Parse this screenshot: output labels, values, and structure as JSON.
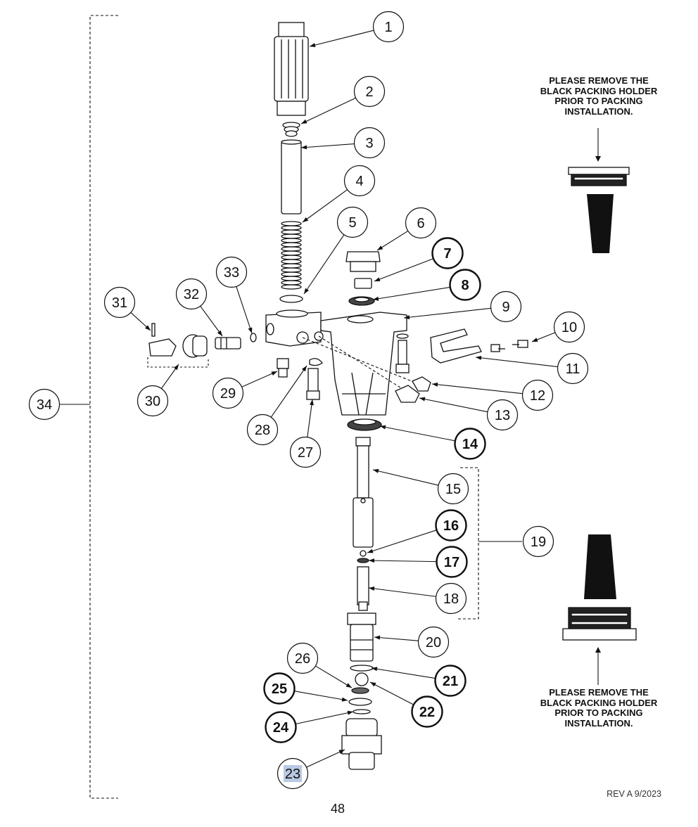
{
  "notes": {
    "top": "PLEASE REMOVE THE BLACK PACKING HOLDER PRIOR TO PACKING INSTALLATION.",
    "bottom": "PLEASE REMOVE THE BLACK PACKING HOLDER PRIOR TO PACKING INSTALLATION."
  },
  "revision": "REV A 9/2023",
  "page_number": "48",
  "callouts": [
    {
      "label": "1",
      "bold": false
    },
    {
      "label": "2",
      "bold": false
    },
    {
      "label": "3",
      "bold": false
    },
    {
      "label": "4",
      "bold": false
    },
    {
      "label": "5",
      "bold": false
    },
    {
      "label": "6",
      "bold": false
    },
    {
      "label": "7",
      "bold": true
    },
    {
      "label": "8",
      "bold": true
    },
    {
      "label": "9",
      "bold": false
    },
    {
      "label": "10",
      "bold": false
    },
    {
      "label": "11",
      "bold": false
    },
    {
      "label": "12",
      "bold": false
    },
    {
      "label": "13",
      "bold": false
    },
    {
      "label": "14",
      "bold": true
    },
    {
      "label": "15",
      "bold": false
    },
    {
      "label": "16",
      "bold": true
    },
    {
      "label": "17",
      "bold": true
    },
    {
      "label": "18",
      "bold": false
    },
    {
      "label": "19",
      "bold": false
    },
    {
      "label": "20",
      "bold": false
    },
    {
      "label": "21",
      "bold": true
    },
    {
      "label": "22",
      "bold": true
    },
    {
      "label": "23",
      "bold": false,
      "highlighted": true
    },
    {
      "label": "24",
      "bold": true
    },
    {
      "label": "25",
      "bold": true
    },
    {
      "label": "26",
      "bold": false
    },
    {
      "label": "27",
      "bold": false
    },
    {
      "label": "28",
      "bold": false
    },
    {
      "label": "29",
      "bold": false
    },
    {
      "label": "30",
      "bold": false
    },
    {
      "label": "31",
      "bold": false
    },
    {
      "label": "32",
      "bold": false
    },
    {
      "label": "33",
      "bold": false
    },
    {
      "label": "34",
      "bold": false
    }
  ],
  "colors": {
    "line": "#111111",
    "packing": "#111111",
    "highlight": "#b8c9e3"
  }
}
